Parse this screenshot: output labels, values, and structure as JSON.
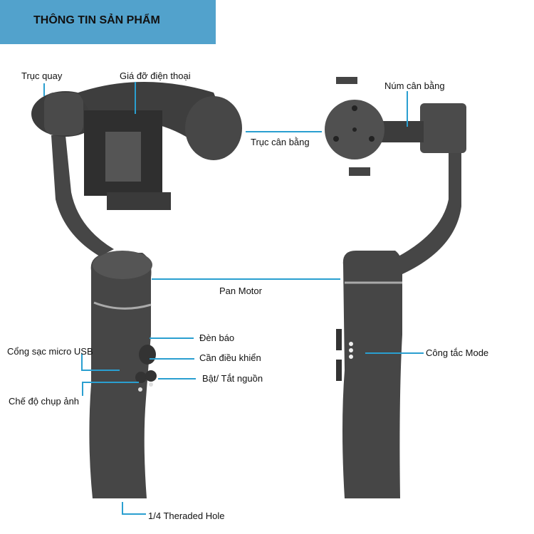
{
  "header": {
    "title": "THÔNG TIN SẢN PHẨM"
  },
  "labels": {
    "truc_quay": "Trục quay",
    "gia_do": "Giá đỡ điện thoại",
    "truc_can_bang": "Trục cân bằng",
    "num_can_bang": "Núm cân bằng",
    "pan_motor": "Pan Motor",
    "den_bao": "Đèn báo",
    "can_dieu_khien": "Cần điều khiển",
    "bat_tat": "Bật/ Tắt nguồn",
    "cong_sac": "Cổng sạc micro USB",
    "che_do": "Chế độ chụp ảnh",
    "threaded_hole": "1/4 Theraded Hole",
    "cong_tac_mode": "Công tắc Mode"
  },
  "colors": {
    "header": "#52a2cc",
    "leader": "#2a9fd0",
    "body": "#464646"
  }
}
